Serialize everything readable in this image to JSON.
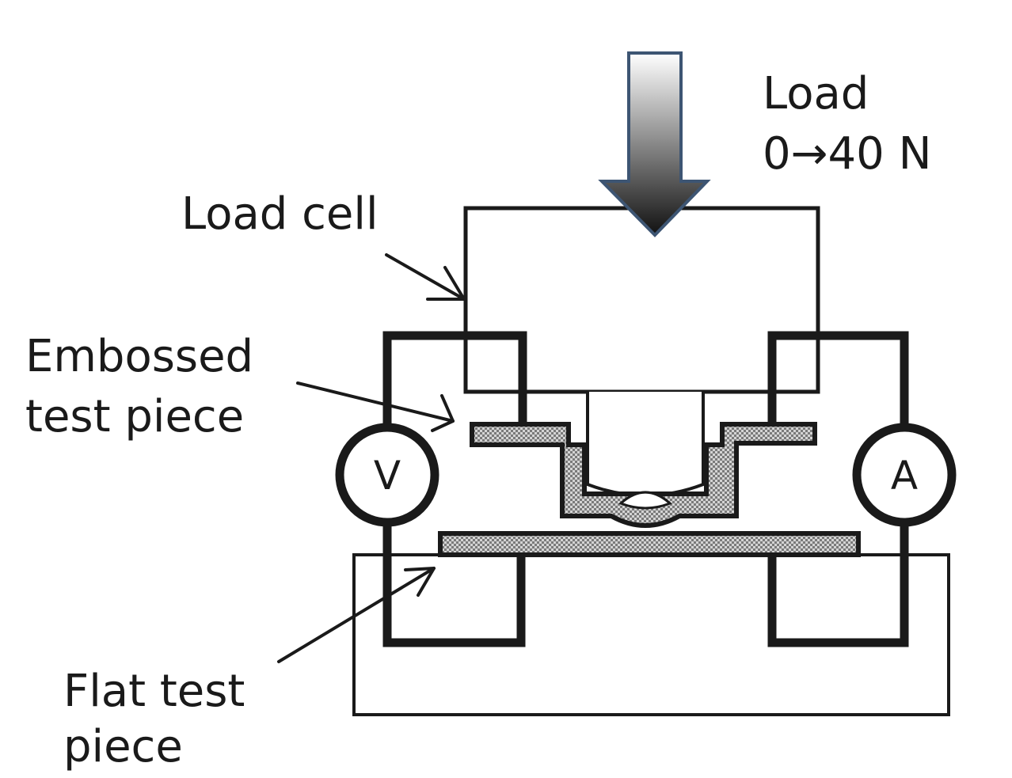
{
  "labels": {
    "load_line1": "Load",
    "load_line2": "0→40 N",
    "load_cell": "Load cell",
    "embossed_line1": "Embossed",
    "embossed_line2": "test piece",
    "flat_line1": "Flat test",
    "flat_line2": "piece",
    "voltmeter": "V",
    "ammeter": "A"
  },
  "colors": {
    "line": "#1a1a1a",
    "arrow_top": "#ffffff",
    "arrow_bottom": "#111111",
    "arrow_border": "#3d5573",
    "hatch": "#9a9a9a"
  }
}
